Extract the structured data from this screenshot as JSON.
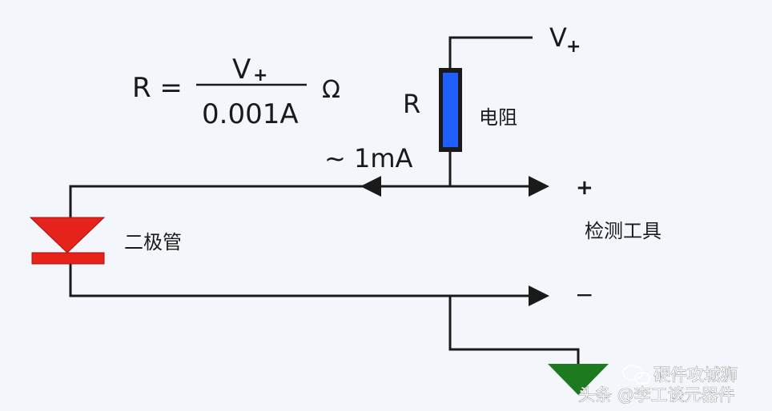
{
  "formula": {
    "lhs": "R =",
    "numerator": "V",
    "numerator_sub": "+",
    "denominator": "0.001A",
    "unit": "Ω"
  },
  "labels": {
    "supply": "V",
    "supply_sub": "+",
    "resistor_symbol": "R",
    "resistor_name": "电阻",
    "current": "~ 1mA",
    "diode_name": "二极管",
    "plus_terminal": "+",
    "minus_terminal": "−",
    "tool_name": "检测工具"
  },
  "watermark": {
    "line1": "硬件攻城狮",
    "line2": "头条 @李工谈元器件"
  },
  "colors": {
    "background": "#f3f6fa",
    "wire": "#1a1a1a",
    "resistor": "#1f5fff",
    "diode": "#e5231b",
    "ground": "#1e7a1e"
  }
}
